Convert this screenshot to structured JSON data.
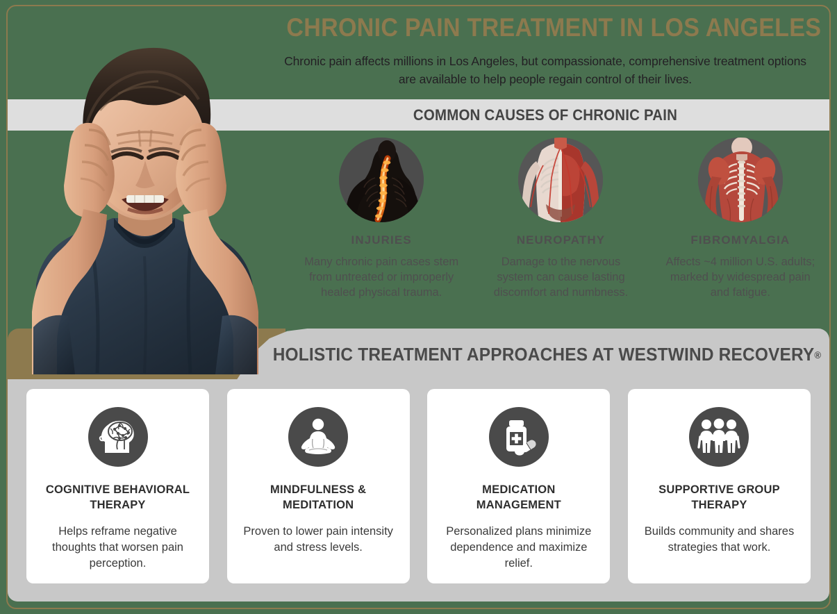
{
  "colors": {
    "background_green": "#4a7050",
    "gold_accent": "#8d7a4e",
    "banner_gray": "#dedede",
    "panel_gray": "#c8c8c8",
    "card_white": "#ffffff",
    "icon_circle_dark": "#4a4a4a",
    "body_text": "#4f4f4f"
  },
  "header": {
    "title": "CHRONIC PAIN TREATMENT IN LOS ANGELES",
    "subtitle": "Chronic pain affects millions in Los Angeles, but compassionate, comprehensive treatment options are available to help people regain control of their lives."
  },
  "hero": {
    "image_alt": "man-holding-head-in-pain-photo"
  },
  "causes_section": {
    "banner_title": "COMMON CAUSES OF CHRONIC PAIN",
    "items": [
      {
        "label": "INJURIES",
        "description": "Many chronic pain cases stem from untreated or improperly healed physical trauma.",
        "image_alt": "glowing-spine-back-pain-illustration"
      },
      {
        "label": "NEUROPATHY",
        "description": "Damage to the nervous system can cause lasting discomfort and numbness.",
        "image_alt": "anatomical-nervous-system-torso-illustration"
      },
      {
        "label": "FIBROMYALGIA",
        "description": "Affects ~4 million U.S. adults; marked by widespread pain and fatigue.",
        "image_alt": "back-muscular-anatomy-illustration"
      }
    ]
  },
  "treatment_section": {
    "banner_title": "HOLISTIC TREATMENT APPROACHES AT WESTWIND RECOVERY",
    "banner_title_mark": "®",
    "cards": [
      {
        "icon": "head-brain-icon",
        "title": "COGNITIVE BEHAVIORAL THERAPY",
        "description": "Helps reframe negative thoughts that worsen pain perception."
      },
      {
        "icon": "meditation-lotus-icon",
        "title": "MINDFULNESS & MEDITATION",
        "description": "Proven to lower pain intensity and stress levels."
      },
      {
        "icon": "pill-bottle-icon",
        "title": "MEDICATION MANAGEMENT",
        "description": "Personalized plans minimize dependence and maximize relief."
      },
      {
        "icon": "group-people-icon",
        "title": "SUPPORTIVE GROUP THERAPY",
        "description": "Builds community and shares strategies that work."
      }
    ]
  }
}
